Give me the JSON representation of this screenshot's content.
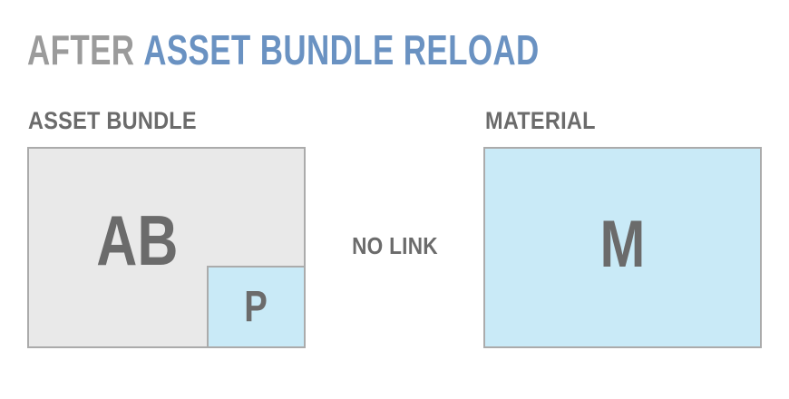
{
  "title": {
    "prefix": "AFTER",
    "rest": "ASSET BUNDLE RELOAD"
  },
  "left_panel": {
    "label": "ASSET BUNDLE",
    "box_letter": "AB",
    "sub_box_letter": "P"
  },
  "center": {
    "label": "NO LINK"
  },
  "right_panel": {
    "label": "MATERIAL",
    "box_letter": "M"
  },
  "colors": {
    "title_prefix": "#9b9b9b",
    "title_rest": "#6a92c2",
    "text_dark": "#6b6b6b",
    "box_border": "#ababab",
    "bundle_fill": "#e9e9e9",
    "highlight_fill": "#c9eaf7",
    "background": "#ffffff"
  }
}
